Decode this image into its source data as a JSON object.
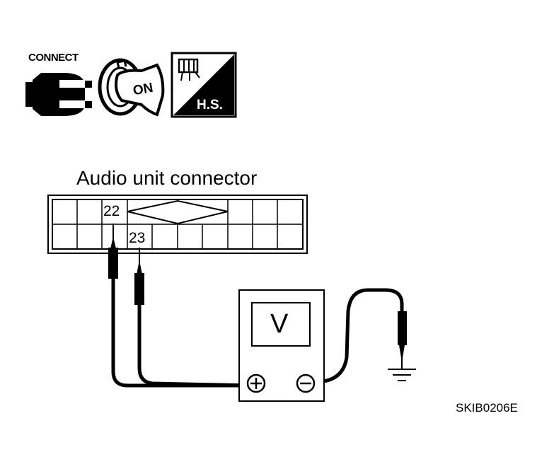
{
  "icons": {
    "connect_label": "CONNECT",
    "ignition_label": "ON",
    "hs_label": "H.S.",
    "connect_icon": "connector-plug-icon",
    "ignition_icon": "ignition-key-icon",
    "hs_icon": "harness-side-icon"
  },
  "connector": {
    "title": "Audio unit connector",
    "pin_a": "22",
    "pin_b": "23"
  },
  "meter": {
    "display": "V",
    "positive_icon": "plus-terminal-icon",
    "negative_icon": "minus-terminal-icon"
  },
  "figure_code": "SKIB0206E"
}
